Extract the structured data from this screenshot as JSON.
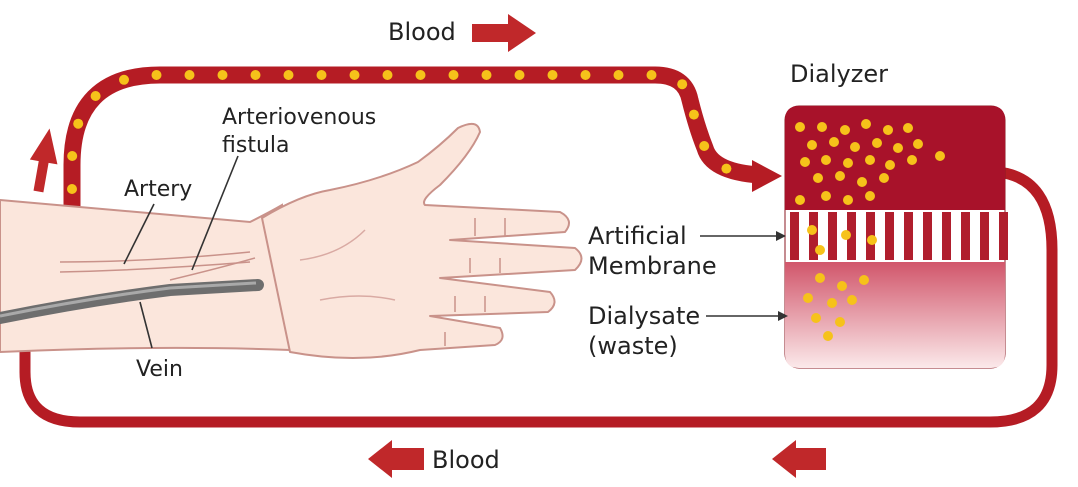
{
  "labels": {
    "blood_top": "Blood",
    "blood_bottom": "Blood",
    "dialyzer": "Dialyzer",
    "fistula_line1": "Arteriovenous",
    "fistula_line2": "fistula",
    "artery": "Artery",
    "vein": "Vein",
    "membrane_line1": "Artificial",
    "membrane_line2": "Membrane",
    "dialysate_line1": "Dialysate",
    "dialysate_line2": "(waste)"
  },
  "colors": {
    "tube": "#b51c24",
    "dialyzer_top": "#a8122a",
    "particle": "#f6c21a",
    "arrow": "#c0282a",
    "skin": "#fbe6dc",
    "skin_outline": "#c9928a",
    "vein": "#777777",
    "text": "#222222"
  },
  "icons": [
    "arrow-right-icon",
    "arrow-left-icon",
    "arrow-up-icon"
  ]
}
